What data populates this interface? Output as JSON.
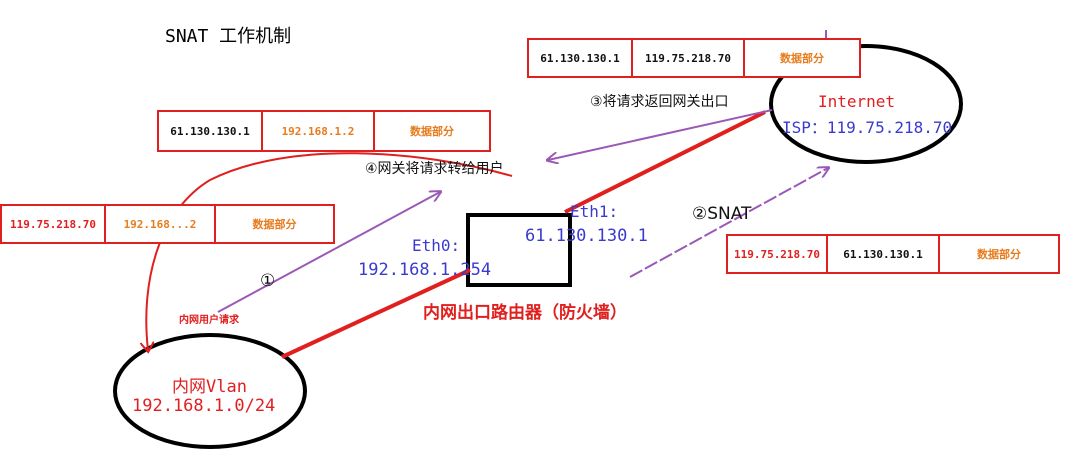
{
  "title": "SNAT 工作机制",
  "packets": {
    "top_right": [
      "61.130.130.1",
      "119.75.218.70",
      "数据部分"
    ],
    "top_left": [
      "61.130.130.1",
      "192.168.1.2",
      "数据部分"
    ],
    "left": [
      "119.75.218.70",
      "192.168...2",
      "数据部分"
    ],
    "right": [
      "119.75.218.70",
      "61.130.130.1",
      "数据部分"
    ]
  },
  "steps": {
    "step1": "①",
    "step1_label": "内网用户请求",
    "step2": "②SNAT",
    "step3": "③将请求返回网关出口",
    "step4": "④网关将请求转给用户"
  },
  "internet": {
    "name": "Internet",
    "isp": "ISP：119.75.218.70"
  },
  "lan": {
    "name": "内网Vlan",
    "subnet": "192.168.1.0/24"
  },
  "router": {
    "name": "内网出口路由器（防火墙）",
    "eth0_label": "Eth0:",
    "eth0_ip": "192.168.1.254",
    "eth1_label": "Eth1:",
    "eth1_ip": "61.130.130.1"
  },
  "colors": {
    "red": "#e0201f",
    "purple": "#9b59b6",
    "blue": "#3a3ad0",
    "orange": "#e67c1e"
  }
}
